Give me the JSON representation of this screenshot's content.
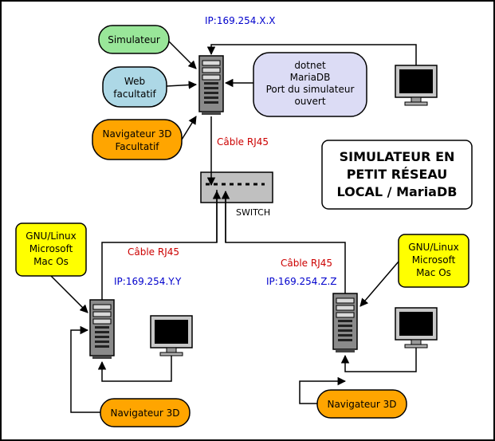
{
  "title_lines": [
    "SIMULATEUR EN",
    "PETIT RÉSEAU",
    "LOCAL / MariaDB"
  ],
  "ip_labels": {
    "top": "IP:169.254.X.X",
    "left": "IP:169.254.Y.Y",
    "right": "IP:169.254.Z.Z"
  },
  "cable_label": "Câble RJ45",
  "switch_label": "SWITCH",
  "nodes": {
    "simulateur": [
      "Simulateur"
    ],
    "web": [
      "Web",
      "facultatif"
    ],
    "nav3d_top": [
      "Navigateur 3D",
      "Facultatif"
    ],
    "services": [
      "dotnet",
      "MariaDB",
      "Port du simulateur",
      "ouvert"
    ],
    "os_left": [
      "GNU/Linux",
      "Microsoft",
      "Mac Os"
    ],
    "os_right": [
      "GNU/Linux",
      "Microsoft",
      "Mac Os"
    ],
    "nav3d_left": [
      "Navigateur 3D"
    ],
    "nav3d_right": [
      "Navigateur 3D"
    ]
  },
  "colors": {
    "simulateur": "#99e699",
    "web": "#add8e6",
    "navigateur": "#ffa500",
    "services": "#dcdcf5",
    "os": "#ffff00",
    "ip_text": "#0000cc",
    "cable_text": "#cc0000",
    "switch_fill": "#c0c0c0",
    "border": "#000000"
  },
  "icons": [
    "server-tower-icon",
    "monitor-icon",
    "network-switch-icon"
  ]
}
